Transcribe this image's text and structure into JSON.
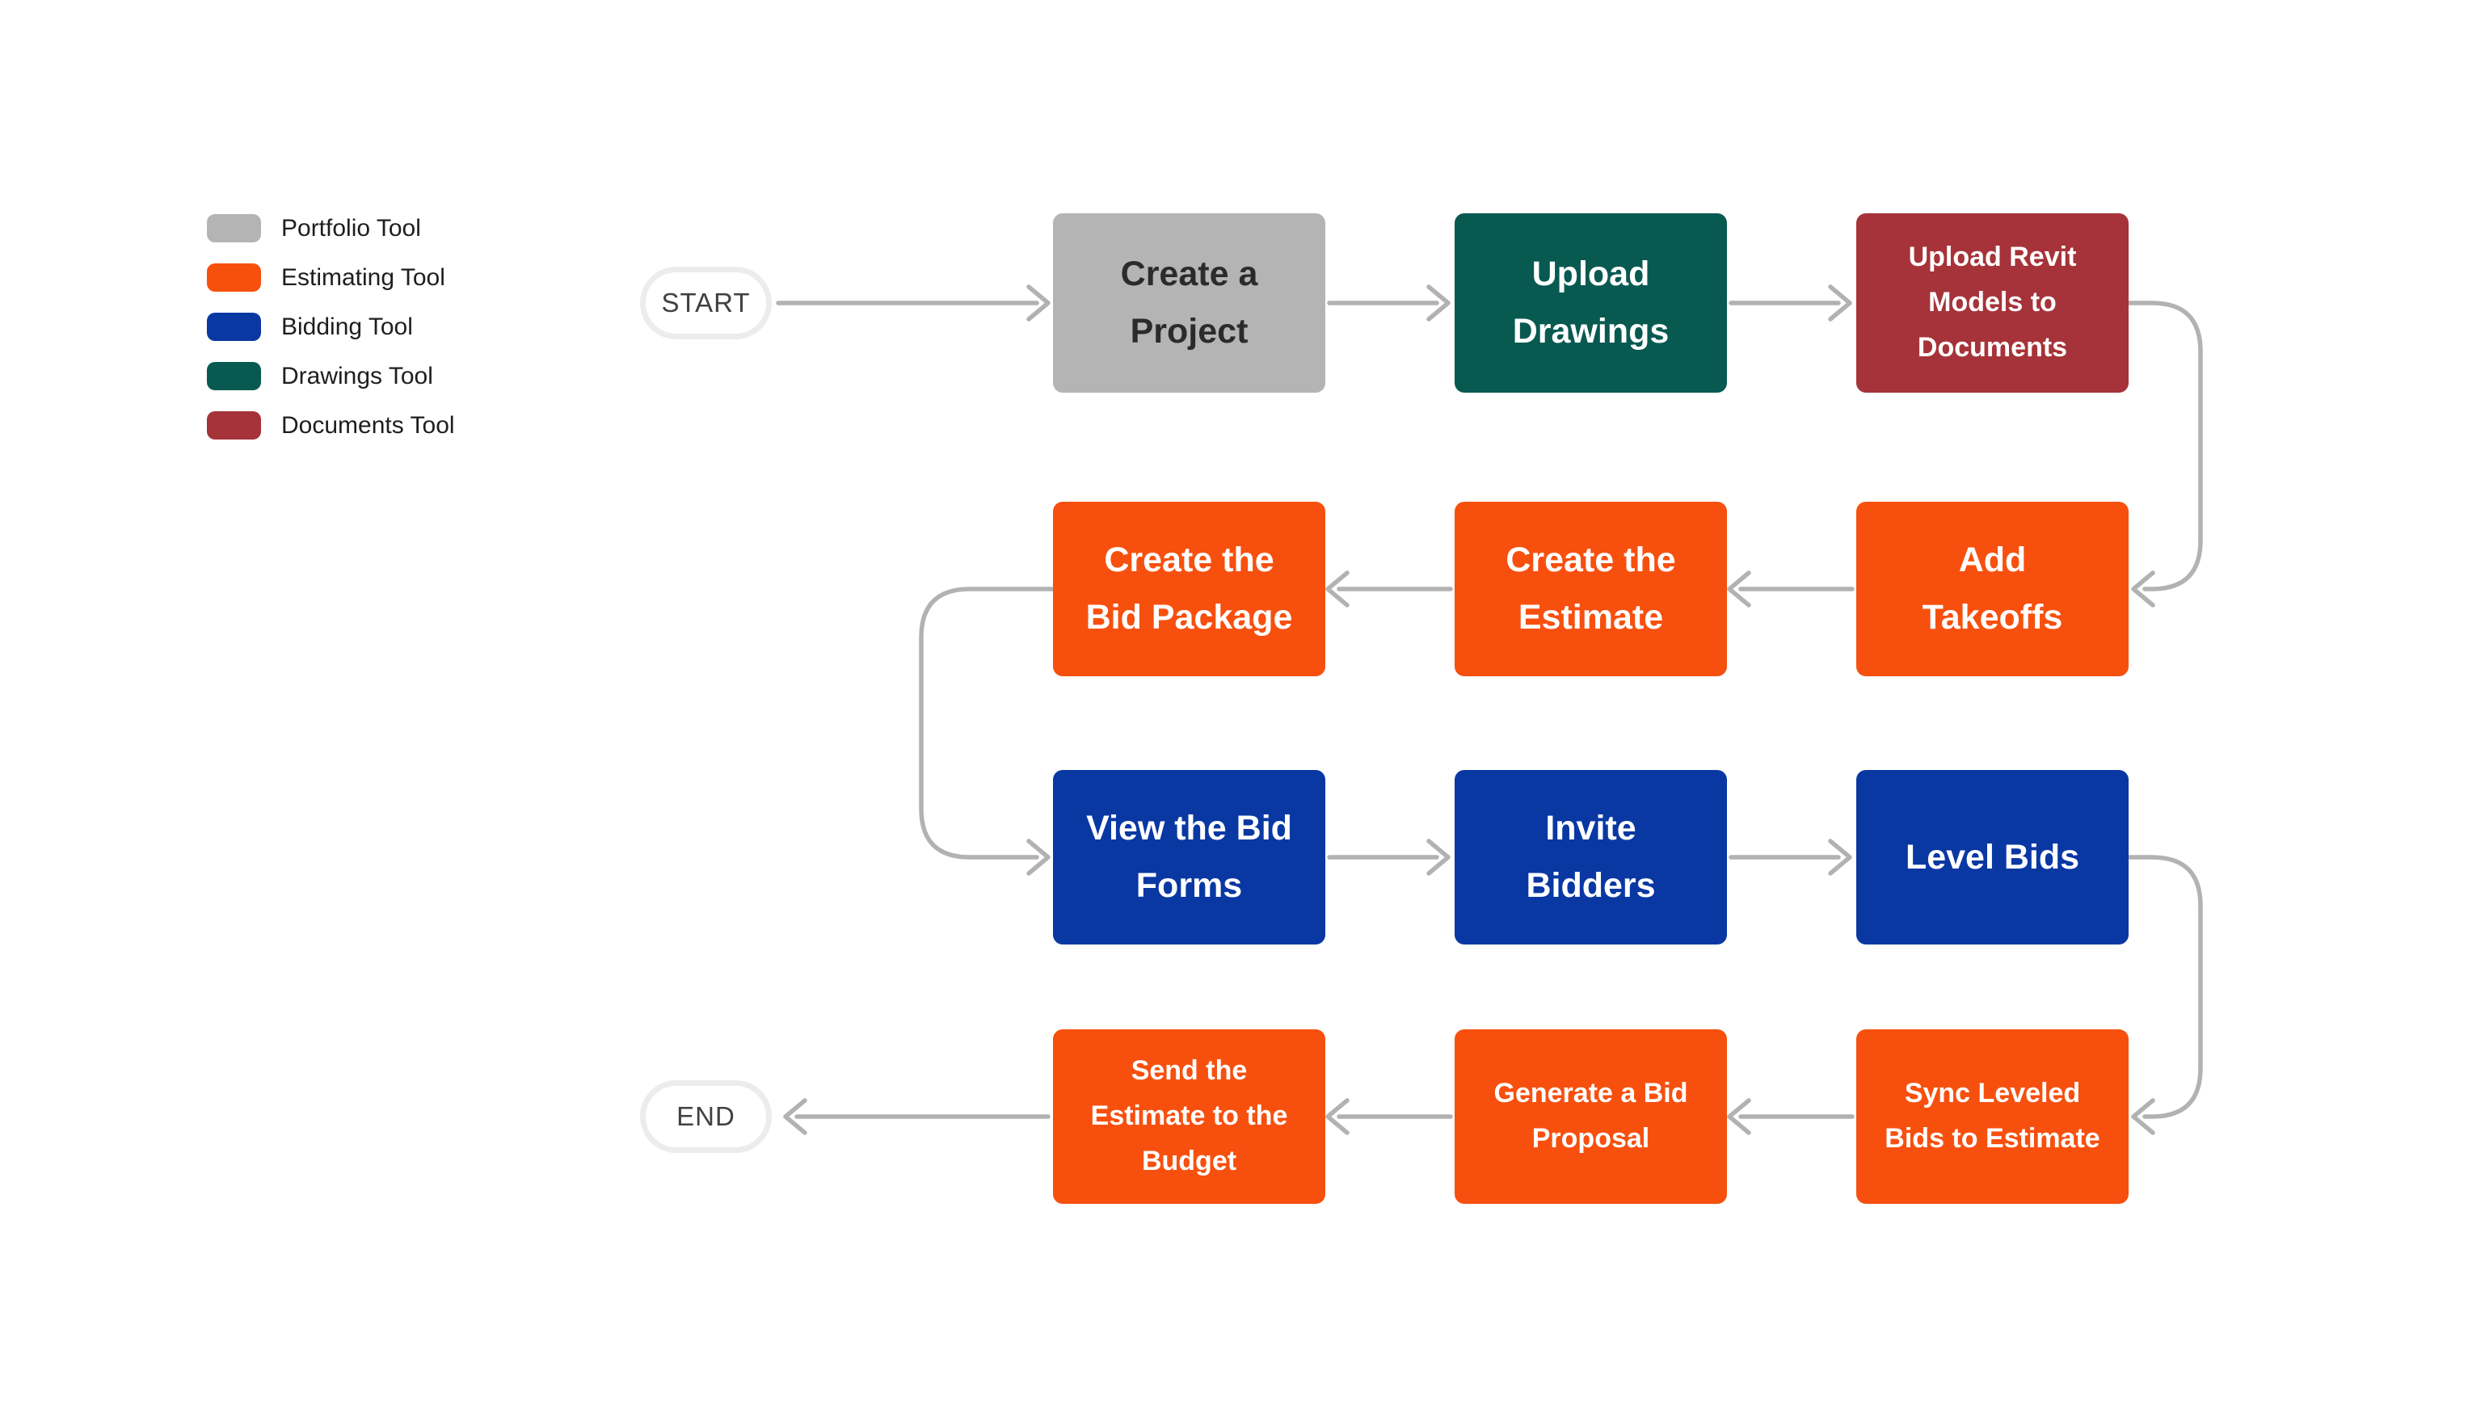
{
  "legend": {
    "items": [
      {
        "label": "Portfolio Tool",
        "color": "#b4b4b4"
      },
      {
        "label": "Estimating Tool",
        "color": "#f7500e"
      },
      {
        "label": "Bidding Tool",
        "color": "#0938a3"
      },
      {
        "label": "Drawings Tool",
        "color": "#085a51"
      },
      {
        "label": "Documents Tool",
        "color": "#a63339"
      }
    ]
  },
  "flow": {
    "start_label": "START",
    "end_label": "END",
    "nodes": {
      "create_project": {
        "label": "Create a\nProject",
        "tool": "Portfolio Tool"
      },
      "upload_drawings": {
        "label": "Upload\nDrawings",
        "tool": "Drawings Tool"
      },
      "upload_revit": {
        "label": "Upload Revit\nModels to\nDocuments",
        "tool": "Documents Tool"
      },
      "create_bid_package": {
        "label": "Create the\nBid Package",
        "tool": "Estimating Tool"
      },
      "create_estimate": {
        "label": "Create the\nEstimate",
        "tool": "Estimating Tool"
      },
      "add_takeoffs": {
        "label": "Add\nTakeoffs",
        "tool": "Estimating Tool"
      },
      "view_bid_forms": {
        "label": "View the Bid\nForms",
        "tool": "Bidding Tool"
      },
      "invite_bidders": {
        "label": "Invite\nBidders",
        "tool": "Bidding Tool"
      },
      "level_bids": {
        "label": "Level Bids",
        "tool": "Bidding Tool"
      },
      "send_estimate_to_budget": {
        "label": "Send the\nEstimate to the\nBudget",
        "tool": "Estimating Tool"
      },
      "generate_bid_proposal": {
        "label": "Generate a Bid\nProposal",
        "tool": "Estimating Tool"
      },
      "sync_leveled_bids": {
        "label": "Sync Leveled\nBids to Estimate",
        "tool": "Estimating Tool"
      }
    },
    "sequence": [
      "START",
      "create_project",
      "upload_drawings",
      "upload_revit",
      "add_takeoffs",
      "create_estimate",
      "create_bid_package",
      "view_bid_forms",
      "invite_bidders",
      "level_bids",
      "sync_leveled_bids",
      "generate_bid_proposal",
      "send_estimate_to_budget",
      "END"
    ]
  },
  "colors": {
    "connector": "#b2b2b2",
    "background": "#ffffff",
    "pill_border": "#ececec"
  }
}
